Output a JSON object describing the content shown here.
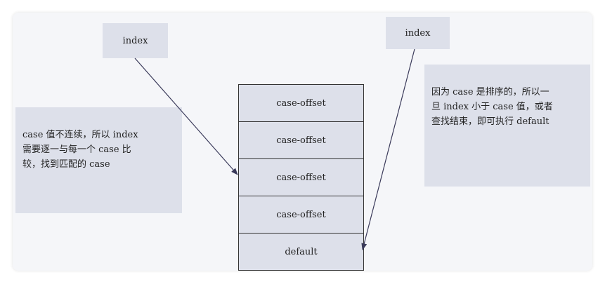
{
  "index_left": "index",
  "index_right": "index",
  "left_note": "case 值不连续，所以 index\n需要逐一与每一个 case 比\n较，找到匹配的 case",
  "right_note": "因为 case 是排序的，所以一\n旦 index 小于 case 值，或者\n查找结束，即可执行 default",
  "stack_cells": [
    "case-offset",
    "case-offset",
    "case-offset",
    "case-offset",
    "default"
  ]
}
